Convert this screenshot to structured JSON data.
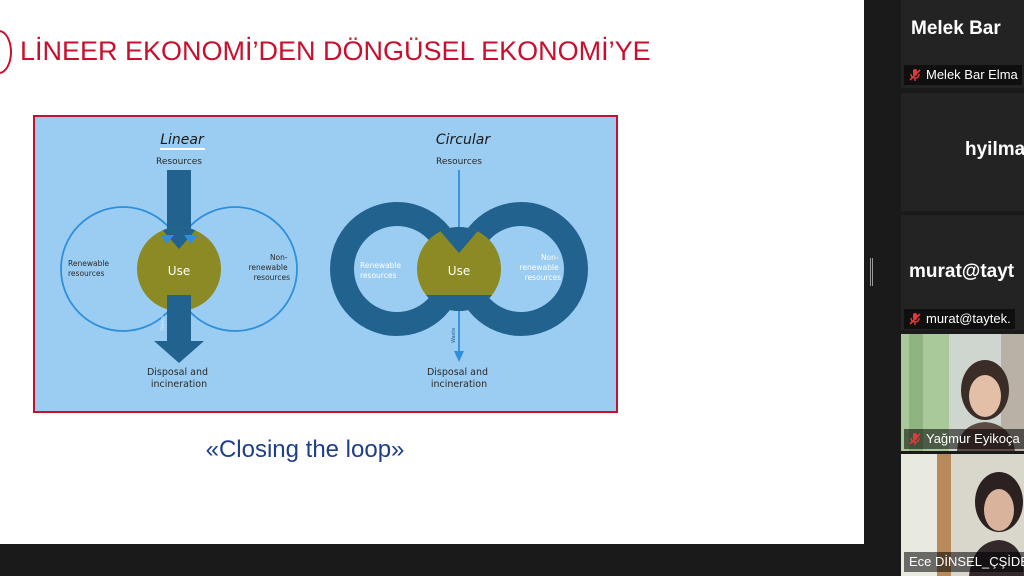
{
  "slide": {
    "title": "LİNEER EKONOMİ’DEN DÖNGÜSEL EKONOMİ’YE",
    "caption": "«Closing the loop»",
    "diagram": {
      "linear": {
        "title": "Linear",
        "resources": "Resources",
        "use": "Use",
        "left_label": [
          "Renewable",
          "resources"
        ],
        "right_label": [
          "Non-",
          "renewable",
          "resources"
        ],
        "disposal": [
          "Disposal and",
          "incineration"
        ],
        "arrow_label": "Waste"
      },
      "circular": {
        "title": "Circular",
        "resources": "Resources",
        "use": "Use",
        "left_label": [
          "Renewable",
          "resources"
        ],
        "right_label": [
          "Non-",
          "renewable",
          "resources"
        ],
        "disposal": [
          "Disposal and",
          "incineration"
        ],
        "arrow_label": "Waste"
      }
    }
  },
  "participants": [
    {
      "name": "Melek  Bar",
      "label": "Melek Bar Elma",
      "icon": "mic-muted-icon",
      "video": false
    },
    {
      "name": "hyilmaz",
      "label": "hyilmaz",
      "icon": "mic-muted-icon",
      "video": false
    },
    {
      "name": "murat@tayt",
      "label": "murat@taytek.",
      "icon": "mic-muted-icon",
      "video": false
    },
    {
      "name": "",
      "label": "Yağmur Eyikoça",
      "icon": "mic-muted-icon",
      "video": true
    },
    {
      "name": "",
      "label": "Ece DİNSEL_ÇŞİDB",
      "icon": "",
      "video": true,
      "active": true
    }
  ],
  "colors": {
    "title_red": "#c8102e",
    "diagram_bg": "#9bcdf2",
    "loop_blue": "#22628e",
    "use_olive": "#8c8a24",
    "caption_blue": "#1f3f88",
    "active_speaker": "#c5e23a"
  }
}
